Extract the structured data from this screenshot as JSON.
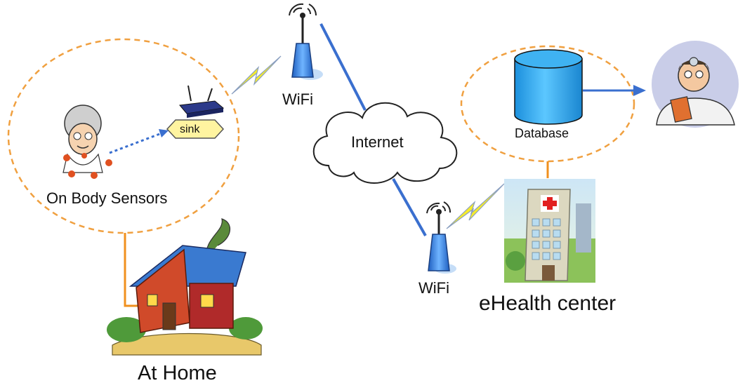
{
  "labels": {
    "on_body_sensors": "On Body Sensors",
    "at_home": "At Home",
    "wifi_home": "WiFi",
    "wifi_center": "WiFi",
    "internet": "Internet",
    "database": "Database",
    "ehealth_center": "eHealth center",
    "sink": "sink"
  },
  "colors": {
    "dashed_circle": "#f0a040",
    "orange_link": "#f0901e",
    "blue_link": "#3a6fcf",
    "lightning": "#f6ec2a",
    "database_fill": "#1f9fe8",
    "sink_fill": "#fff4a0"
  },
  "icons": [
    "elderly-woman-icon",
    "router-icon",
    "wifi-antenna-icon",
    "cloud-icon",
    "database-icon",
    "doctor-icon",
    "hospital-icon",
    "house-icon",
    "lightning-icon"
  ]
}
